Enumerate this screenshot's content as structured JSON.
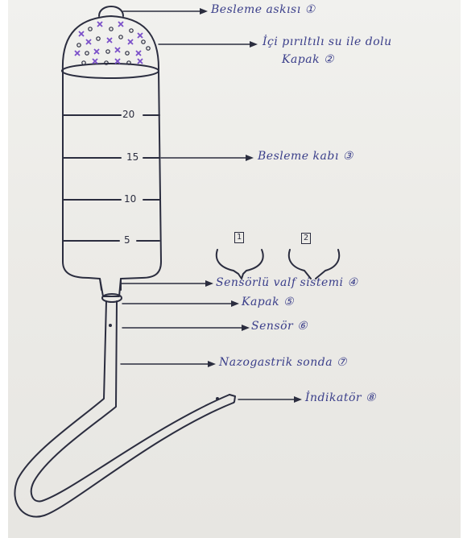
{
  "labels": {
    "l1": "Besleme askısı ①",
    "l2a": "İçi pırıltılı su ile dolu",
    "l2b": "Kapak ②",
    "l3": "Besleme kabı ③",
    "l4": "Sensörlü valf sistemi ④",
    "l5": "Kapak ⑤",
    "l6": "Sensör ⑥",
    "l7": "Nazogastrik sonda ⑦",
    "l8": "İndikatör ⑧"
  },
  "scale": [
    "20",
    "15",
    "10",
    "5"
  ],
  "valves": [
    "1",
    "2"
  ],
  "colors": {
    "ink": "#2b2d3f",
    "label_ink": "#3a3e8a",
    "glitter": "#7a4fc9"
  }
}
